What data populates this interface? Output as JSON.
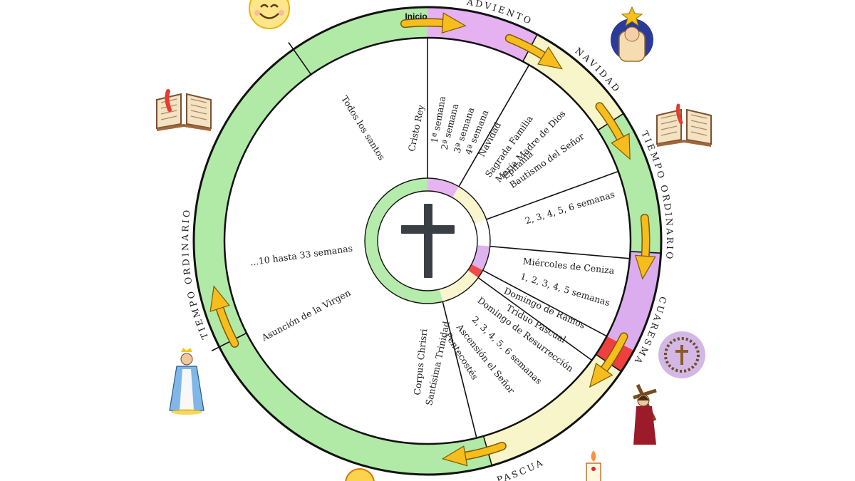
{
  "title": "",
  "start_label": "Inicio",
  "center_symbol": "cross",
  "season_labels": [
    {
      "key": "adviento",
      "text": "ADVIENTO"
    },
    {
      "key": "navidad",
      "text": "NAVIDAD"
    },
    {
      "key": "tiempo_ordinario_1",
      "text": "TIEMPO ORDINARIO"
    },
    {
      "key": "cuaresma",
      "text": "CUARESMA"
    },
    {
      "key": "pascua",
      "text": "PASCUA"
    },
    {
      "key": "tiempo_ordinario_2",
      "text": "TIEMPO ORDINARIO"
    }
  ],
  "wedge_labels": [
    {
      "key": "cristo_rey",
      "text": "Cristo Rey"
    },
    {
      "key": "semana_1",
      "text": "1ª semana"
    },
    {
      "key": "semana_2",
      "text": "2ª semana"
    },
    {
      "key": "semana_3",
      "text": "3ª semana"
    },
    {
      "key": "semana_4",
      "text": "4ª semana"
    },
    {
      "key": "navidad",
      "text": "Navidad"
    },
    {
      "key": "sagrada_familia",
      "text": "Sagrada Familia"
    },
    {
      "key": "maria_madre",
      "text": "María Madre de Dios"
    },
    {
      "key": "epifania",
      "text": "Epifanía"
    },
    {
      "key": "bautismo",
      "text": "Bautismo del Señor"
    },
    {
      "key": "semanas_ord_1",
      "text": "2, 3, 4, 5, 6 semanas"
    },
    {
      "key": "miercoles_ceniza",
      "text": "Miércoles de Ceniza"
    },
    {
      "key": "semanas_cuaresma",
      "text": "1, 2, 3, 4, 5 semanas"
    },
    {
      "key": "domingo_ramos",
      "text": "Domingo de Ramos"
    },
    {
      "key": "triduo",
      "text": "Triduo Pascual"
    },
    {
      "key": "resurreccion",
      "text": "Domingo de Resurrección"
    },
    {
      "key": "semanas_pascua",
      "text": "2, 3, 4, 5, 6 semanas"
    },
    {
      "key": "ascension",
      "text": "Ascensión el Señor"
    },
    {
      "key": "pentecostes",
      "text": "Pentecostés"
    },
    {
      "key": "santisima_trinidad",
      "text": "Santísima Trinidad"
    },
    {
      "key": "corpus_christi",
      "text": "Corpus Chrisri"
    },
    {
      "key": "asuncion",
      "text": "Asunción de la Virgen"
    },
    {
      "key": "semanas_ord_2",
      "text": "...10 hasta 33 semanas"
    },
    {
      "key": "todos_santos",
      "text": "Todos los santos"
    }
  ],
  "icons": [
    "smiley-icon",
    "open-book-icon",
    "baby-jesus-icon",
    "open-book-icon",
    "crown-of-thorns-icon",
    "jesus-with-cross-icon",
    "paschal-candle-icon",
    "virgin-mary-icon",
    "sun-icon"
  ],
  "colors": {
    "adviento": "#e2a8ee",
    "navidad": "#f8f4c4",
    "ordinario": "#a8e89c",
    "cuaresma": "#d8a4ec",
    "triduo": "#ee2a2a",
    "pascua": "#f8f4c4",
    "arrow": "#f7bd1d",
    "cross": "#3a3f47",
    "line": "#111111"
  }
}
